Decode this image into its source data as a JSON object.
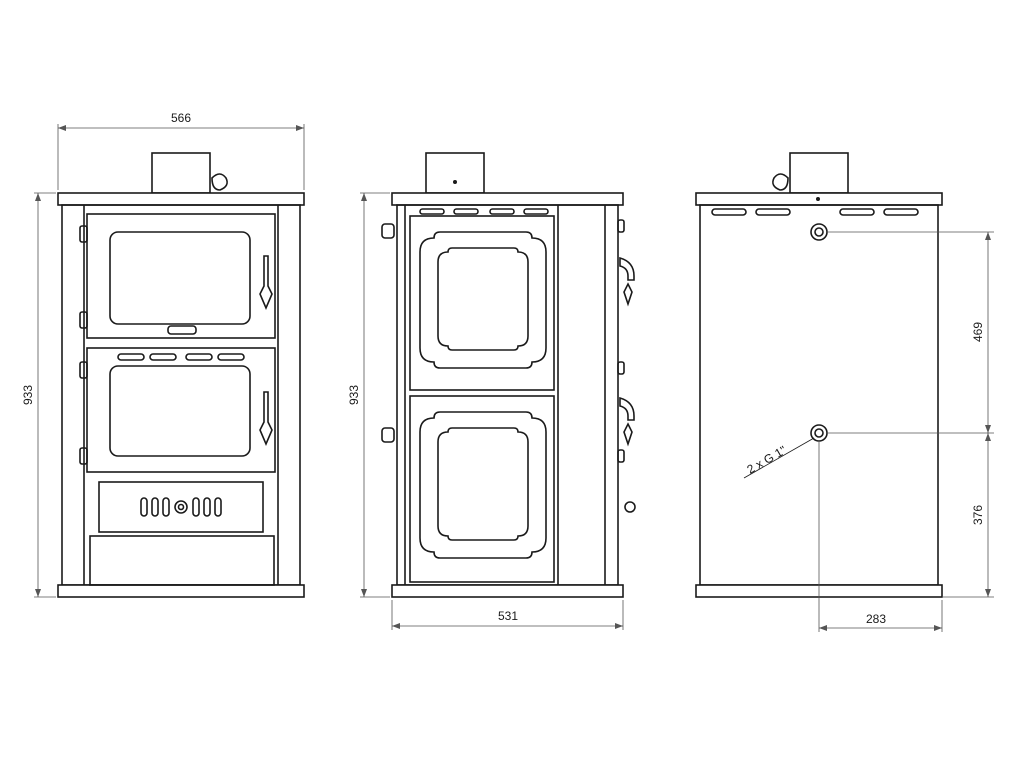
{
  "colors": {
    "line": "#1a1a1a",
    "dimension": "#555555",
    "background": "#ffffff"
  },
  "front_view": {
    "width_label": "566",
    "height_label": "933"
  },
  "side_view": {
    "height_label": "933",
    "depth_label": "531"
  },
  "rear_view": {
    "upper_distance_label": "469",
    "lower_height_label": "376",
    "offset_label": "283",
    "connection_label": "2 x G 1\""
  }
}
